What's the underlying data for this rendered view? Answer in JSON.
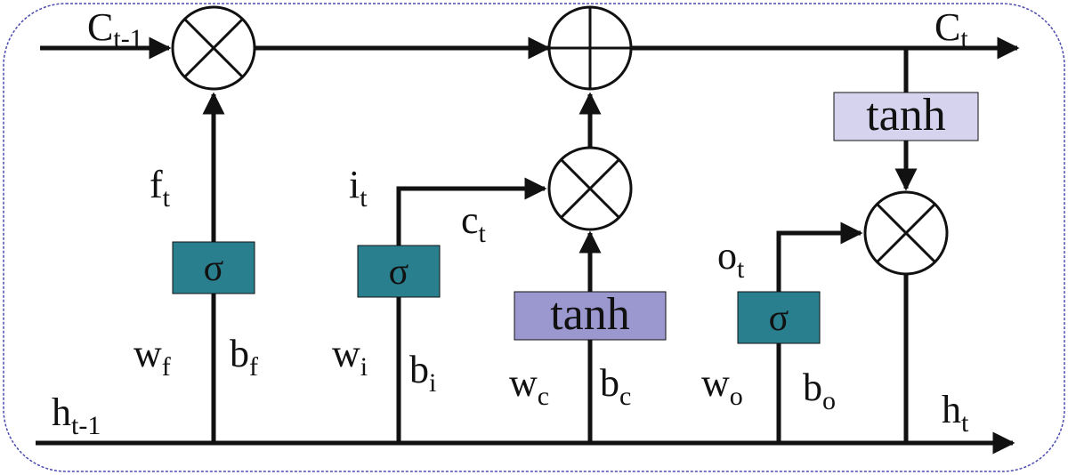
{
  "colors": {
    "sigma_fill": "#2a7f8e",
    "tanh_candidate_fill": "#9b97cf",
    "tanh_output_fill": "#d6d3ee",
    "border": "#4a4ab0"
  },
  "labels": {
    "c_prev": {
      "main": "C",
      "sub": "t-1"
    },
    "c_t": {
      "main": "C",
      "sub": "t"
    },
    "h_prev": {
      "main": "h",
      "sub": "t-1"
    },
    "h_t": {
      "main": "h",
      "sub": "t"
    },
    "f_t": {
      "main": "f",
      "sub": "t"
    },
    "i_t": {
      "main": "i",
      "sub": "t"
    },
    "cand_t": {
      "main": "c",
      "sub": "t"
    },
    "o_t": {
      "main": "o",
      "sub": "t"
    },
    "w_f": {
      "main": "w",
      "sub": "f"
    },
    "b_f": {
      "main": "b",
      "sub": "f"
    },
    "w_i": {
      "main": "w",
      "sub": "i"
    },
    "b_i": {
      "main": "b",
      "sub": "i"
    },
    "w_c": {
      "main": "w",
      "sub": "c"
    },
    "b_c": {
      "main": "b",
      "sub": "c"
    },
    "w_o": {
      "main": "w",
      "sub": "o"
    },
    "b_o": {
      "main": "b",
      "sub": "o"
    }
  },
  "gates": {
    "forget_sigma": "σ",
    "input_sigma": "σ",
    "output_sigma": "σ",
    "candidate_tanh": "tanh",
    "cell_tanh": "tanh"
  }
}
